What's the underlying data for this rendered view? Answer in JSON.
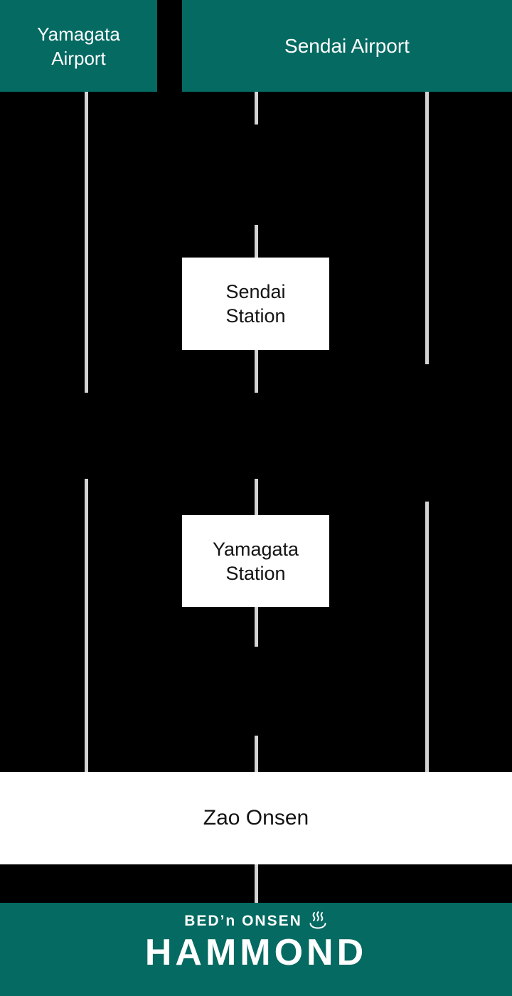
{
  "colors": {
    "teal": "#046a62",
    "line": "#d3d3d3",
    "box-bg": "#ffffff",
    "text-dark": "#141414"
  },
  "nodes": {
    "yamagata_airport": "Yamagata\nAirport",
    "sendai_airport": "Sendai Airport",
    "sendai_station": "Sendai\nStation",
    "yamagata_station": "Yamagata\nStation",
    "zao_onsen": "Zao Onsen"
  },
  "footer": {
    "brand_sub": "BED’n ONSEN",
    "brand_name": "HAMMOND",
    "icon": "hot-spring-icon"
  }
}
